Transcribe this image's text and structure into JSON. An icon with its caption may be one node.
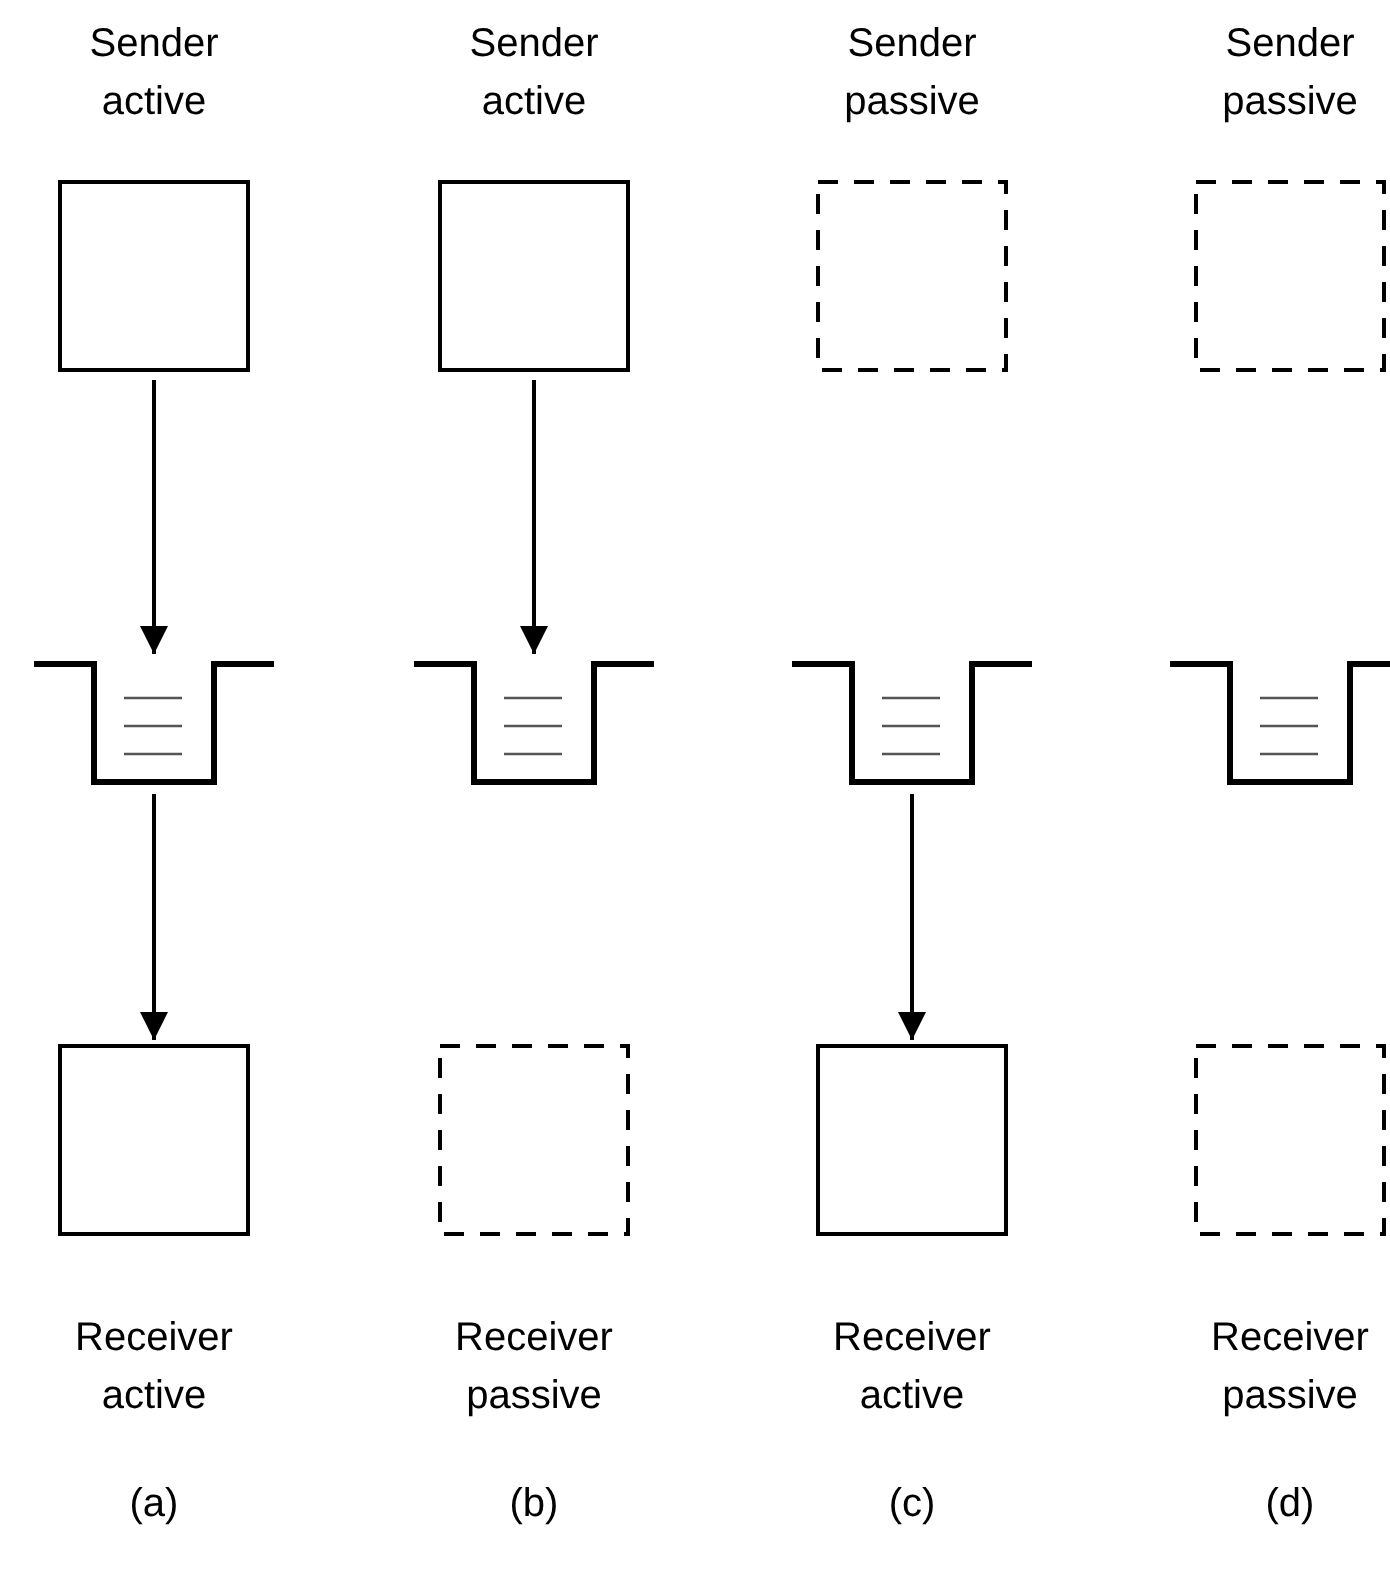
{
  "diagram": {
    "nodes": [
      {
        "text": [
          "Sender active"
        ]
      },
      {
        "text": [
          "Sender active"
        ]
      },
      {
        "text": [
          "Sender passive"
        ]
      },
      {
        "text": [
          "Sender passive"
        ]
      },
      {
        "text": [],
        "shape": "box"
      },
      {
        "text": [],
        "shape": "box"
      },
      {
        "text": [],
        "shape": "box"
      },
      {
        "text": [],
        "shape": "box"
      },
      {
        "text": [
          "Receiver active"
        ]
      },
      {
        "text": [
          "Receiver passive"
        ]
      },
      {
        "text": [
          "Receiver active"
        ]
      },
      {
        "text": [
          "Receiver passive"
        ]
      }
    ],
    "edges": [
      {
        "from": 0,
        "to": 4,
        "arrow": "to"
      },
      {
        "from": 4,
        "to": 8,
        "arrow": "to"
      },
      {
        "from": 1,
        "to": 5,
        "arrow": "to"
      },
      {
        "from": 6,
        "to": 10,
        "arrow": "to"
      }
    ],
    "labels": [
      "(a)",
      "(b)",
      "(c)",
      "(d)"
    ]
  }
}
